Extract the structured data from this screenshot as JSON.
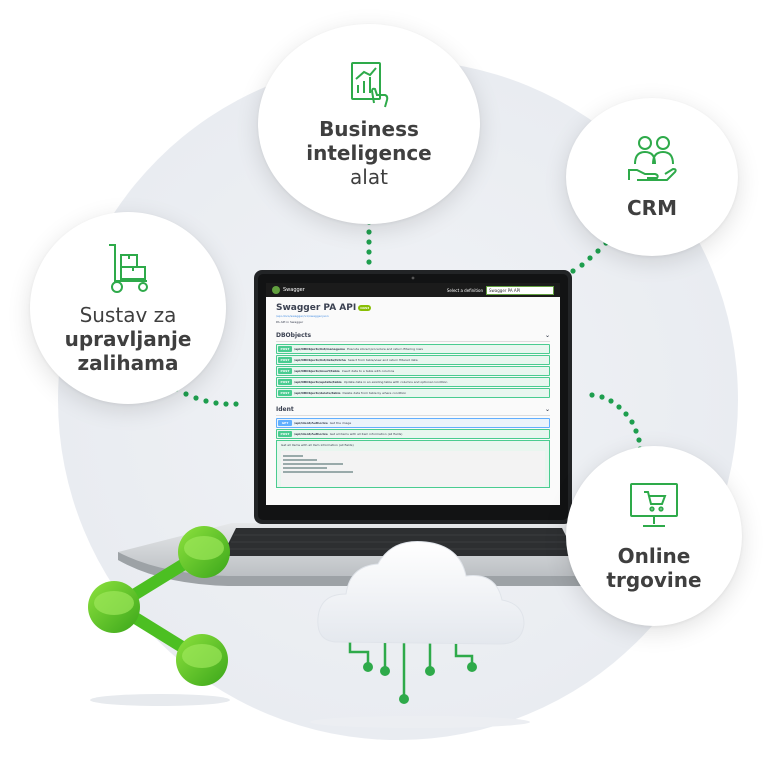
{
  "bubbles": {
    "bi": {
      "icon": "chart-tablet-icon",
      "line1": "Business",
      "line2": "inteligence",
      "line3": "alat"
    },
    "crm": {
      "icon": "people-hand-icon",
      "line1": "CRM"
    },
    "inventory": {
      "icon": "hand-truck-icon",
      "line1": "Sustav za",
      "line2": "upravljanje",
      "line3": "zalihama"
    },
    "shop": {
      "icon": "monitor-cart-icon",
      "line1": "Online",
      "line2": "trgovine"
    }
  },
  "screen": {
    "brand": "Swagger",
    "definition_label": "Select a definition",
    "definition_value": "Swagger PA API",
    "title": "Swagger PA API",
    "badge": "OAS3",
    "link": "/api-docs/swagger/v1/swagger.json",
    "subtitle": "PA API in Swagger",
    "section1": "DBObjects",
    "rows1": [
      {
        "method": "POST",
        "path": "/api/DBObjects/list/manageme",
        "desc": "Execute stored procedure and return filtering rows"
      },
      {
        "method": "POST",
        "path": "/api/DBObjects/list/data/fetcha",
        "desc": "Select from table/view and return filtered data"
      },
      {
        "method": "POST",
        "path": "/api/DBObjects/insert/table",
        "desc": "Insert data to a table with columns"
      },
      {
        "method": "POST",
        "path": "/api/DBObjects/update/table",
        "desc": "Update data in an existing table with columns and optional condition"
      },
      {
        "method": "POST",
        "path": "/api/DBObjects/delete/table",
        "desc": "Delete data from table by where condition"
      }
    ],
    "section2": "Ident",
    "rows2": [
      {
        "method": "GET",
        "path": "/api/Ident/Authorize",
        "desc": "Get the image"
      },
      {
        "method": "POST",
        "path": "/api/Ident/Authorize",
        "desc": "Get all items with all item information (all fields)"
      }
    ],
    "body_text": "Get all items with all item information (all fields)"
  },
  "colors": {
    "accent": "#2eaa4a",
    "dots": "#1e9e4e",
    "share": "#6bd12b",
    "text": "#3f3f3f"
  }
}
